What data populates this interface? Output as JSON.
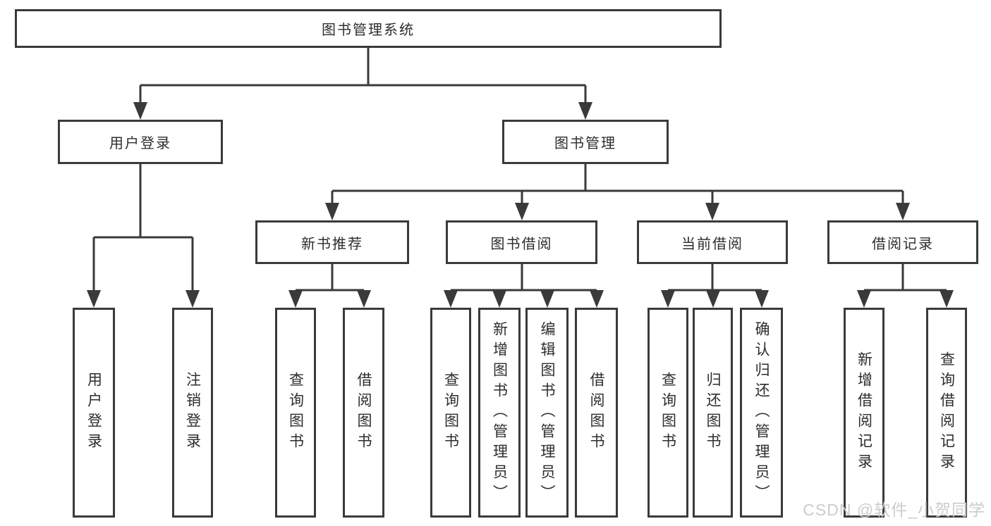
{
  "nodes": {
    "root": "图书管理系统",
    "l2": {
      "user_login": "用户登录",
      "book_mgmt": "图书管理"
    },
    "l3": {
      "new_books": "新书推荐",
      "borrowing": "图书借阅",
      "current": "当前借阅",
      "records": "借阅记录"
    },
    "leaves": {
      "a1": "用户登录",
      "a2": "注销登录",
      "b1": "查询图书",
      "b2": "借阅图书",
      "c1": "查询图书",
      "c2": "新增图书（管理员）",
      "c3": "编辑图书（管理员）",
      "c4": "借阅图书",
      "d1": "查询图书",
      "d2": "归还图书",
      "d3": "确认归还（管理员）",
      "e1": "新增借阅记录",
      "e2": "查询借阅记录"
    }
  },
  "hierarchy": {
    "图书管理系统": [
      "用户登录",
      "图书管理"
    ],
    "用户登录": [
      "用户登录",
      "注销登录"
    ],
    "图书管理": [
      "新书推荐",
      "图书借阅",
      "当前借阅",
      "借阅记录"
    ],
    "新书推荐": [
      "查询图书",
      "借阅图书"
    ],
    "图书借阅": [
      "查询图书",
      "新增图书（管理员）",
      "编辑图书（管理员）",
      "借阅图书"
    ],
    "当前借阅": [
      "查询图书",
      "归还图书",
      "确认归还（管理员）"
    ],
    "借阅记录": [
      "新增借阅记录",
      "查询借阅记录"
    ]
  },
  "watermark": "CSDN @软件_小贺同学",
  "colors": {
    "line": "#3a3a3a",
    "border": "#3a3a3a",
    "text": "#2d2d2d",
    "watermark": "#cccccc",
    "background": "#ffffff"
  }
}
